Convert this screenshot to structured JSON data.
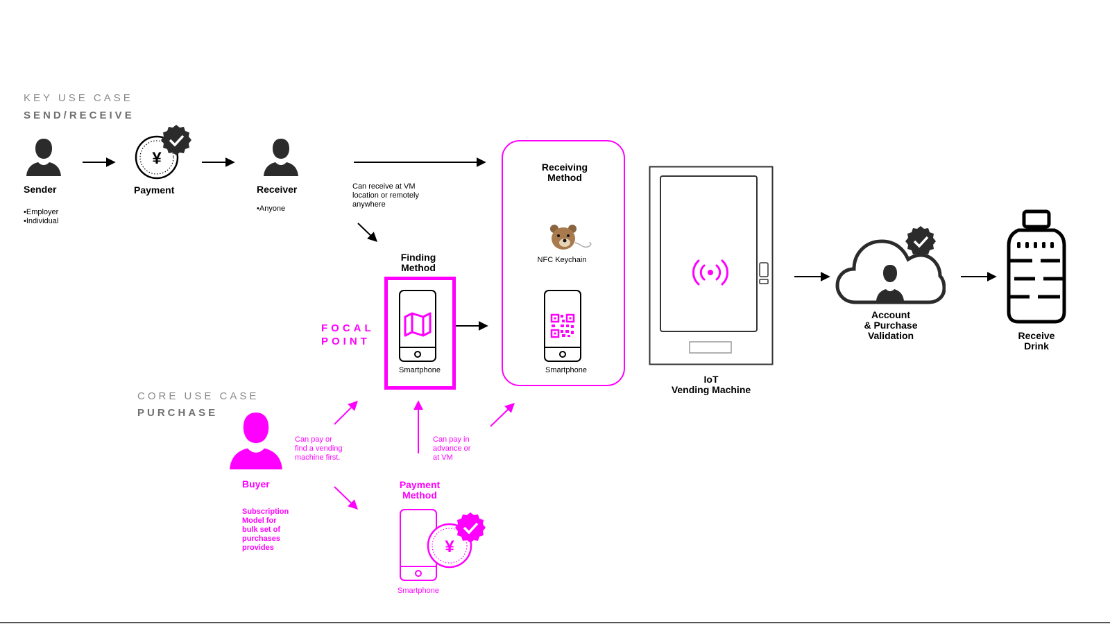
{
  "key_use_case": {
    "title": "KEY USE CASE",
    "subtitle": "SEND/RECEIVE"
  },
  "core_use_case": {
    "title": "CORE USE CASE",
    "subtitle": "PURCHASE"
  },
  "sender": {
    "label": "Sender",
    "bullets": [
      "Employer",
      "Individual"
    ]
  },
  "payment": {
    "label": "Payment",
    "currency_symbol": "¥"
  },
  "receiver": {
    "label": "Receiver",
    "bullets": [
      "Anyone"
    ]
  },
  "receive_note": [
    "Can receive at VM",
    "location or remotely",
    "anywhere"
  ],
  "finding_method": {
    "label": [
      "Finding",
      "Method"
    ],
    "device": "Smartphone"
  },
  "focal_point": [
    "FOCAL",
    "POINT"
  ],
  "receiving_method": {
    "label": [
      "Receiving",
      "Method"
    ],
    "nfc_label": "NFC Keychain",
    "device": "Smartphone"
  },
  "vending_machine": {
    "label": [
      "IoT",
      "Vending Machine"
    ]
  },
  "validation": {
    "label": [
      "Account",
      "& Purchase",
      "Validation"
    ]
  },
  "receive_drink": {
    "label": [
      "Receive",
      "Drink"
    ]
  },
  "buyer": {
    "label": "Buyer",
    "note": [
      "Subscription",
      "Model for",
      "bulk set of",
      "purchases",
      "provides"
    ]
  },
  "buyer_note": [
    "Can pay or",
    "find a vending",
    "machine first."
  ],
  "pay_note": [
    "Can pay in",
    "advance or",
    "at VM"
  ],
  "payment_method": {
    "label": [
      "Payment",
      "Method"
    ],
    "device": "Smartphone",
    "currency_symbol": "¥"
  },
  "colors": {
    "accent": "#ff00ff",
    "ink": "#000000",
    "gray": "#8a8a8a",
    "icon_dark": "#2b2b2b"
  }
}
